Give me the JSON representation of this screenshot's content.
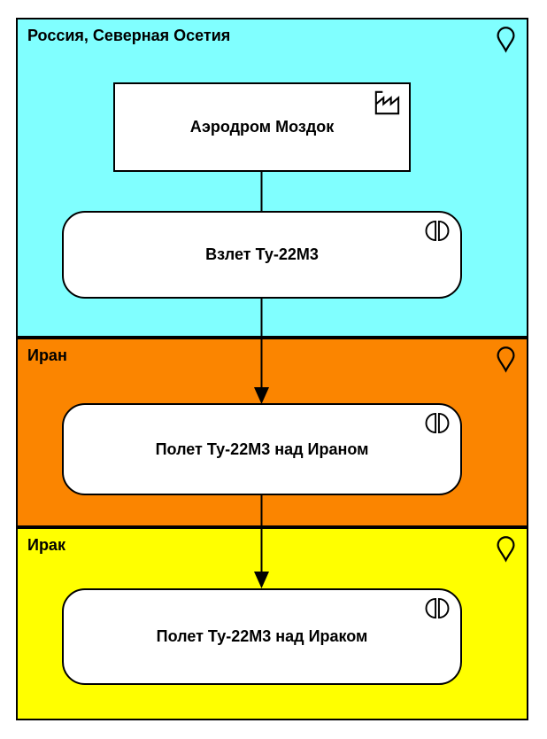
{
  "diagram": {
    "kind": "archimate-flow-diagram",
    "regions": [
      {
        "label": "Россия, Северная Осетия",
        "color": "#80FFFF",
        "icon": "location-pin-icon"
      },
      {
        "label": "Иран",
        "color": "#FB8500",
        "icon": "location-pin-icon"
      },
      {
        "label": "Ирак",
        "color": "#FFFF00",
        "icon": "location-pin-icon"
      }
    ],
    "nodes": [
      {
        "label": "Аэродром Моздок",
        "type": "facility",
        "icon": "factory-icon",
        "region": "Россия, Северная Осетия"
      },
      {
        "label": "Взлет Ту-22М3",
        "type": "interaction",
        "icon": "split-circle-icon",
        "region": "Россия, Северная Осетия"
      },
      {
        "label": "Полет Ту-22М3 над Ираном",
        "type": "interaction",
        "icon": "split-circle-icon",
        "region": "Иран"
      },
      {
        "label": "Полет Ту-22М3 над Ираком",
        "type": "interaction",
        "icon": "split-circle-icon",
        "region": "Ирак"
      }
    ],
    "connectors": [
      {
        "from": "Аэродром Моздок",
        "to": "Взлет Ту-22М3",
        "arrowhead": "none"
      },
      {
        "from": "Взлет Ту-22М3",
        "to": "Полет Ту-22М3 над Ираном",
        "arrowhead": "solid-triangle"
      },
      {
        "from": "Полет Ту-22М3 над Ираном",
        "to": "Полет Ту-22М3 над Ираком",
        "arrowhead": "solid-triangle"
      }
    ],
    "colors": {
      "node_fill": "#FFFFFF",
      "border": "#000000",
      "text": "#000000",
      "background": "#FFFFFF"
    }
  }
}
